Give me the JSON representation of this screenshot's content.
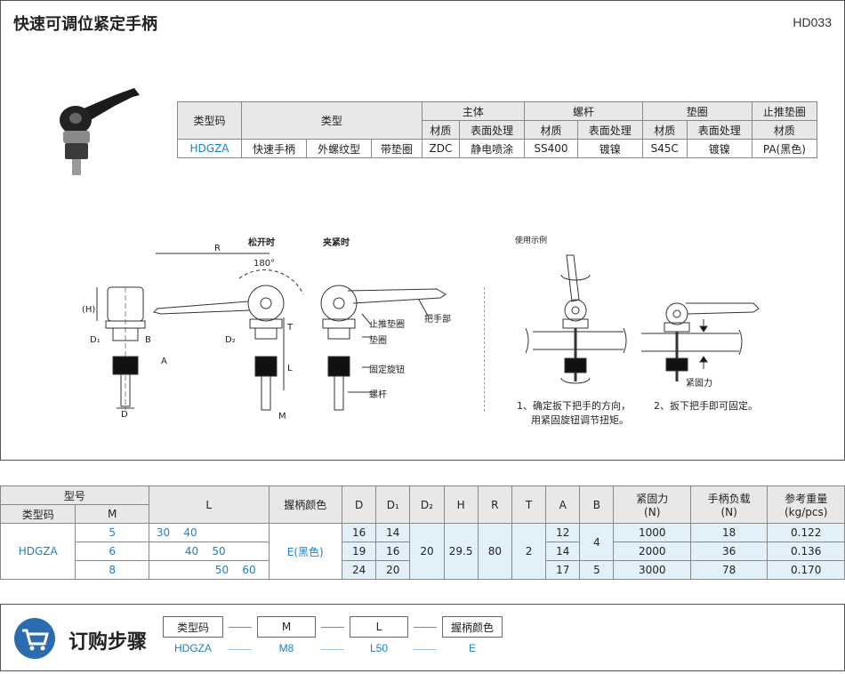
{
  "header": {
    "title": "快速可调位紧定手柄",
    "code": "HD033"
  },
  "spec_table": {
    "h_type_code": "类型码",
    "h_type": "类型",
    "h_body": "主体",
    "h_screw": "螺杆",
    "h_washer": "垫圈",
    "h_stop": "止推垫圈",
    "h_material": "材质",
    "h_surface": "表面处理",
    "row": [
      "HDGZA",
      "快速手柄",
      "外螺纹型",
      "带垫圈",
      "ZDC",
      "静电喷涂",
      "SS400",
      "镀镍",
      "S45C",
      "镀镍",
      "PA(黑色)"
    ]
  },
  "drawing": {
    "open": "松开时",
    "clamp": "夹紧时",
    "angle": "180°",
    "R": "R",
    "H": "(H)",
    "D1": "D₁",
    "D2": "D₂",
    "B": "B",
    "A": "A",
    "D": "D",
    "T": "T",
    "L": "L",
    "M": "M",
    "part_stop": "止推垫圈",
    "part_washer": "垫圈",
    "part_knob": "固定旋钮",
    "part_screw": "螺杆",
    "part_handle": "把手部",
    "usage_title": "使用示例",
    "force": "紧固力",
    "step1_line1": "1、确定扳下把手的方向，",
    "step1_line2": "用紧固旋钮调节扭矩。",
    "step2": "2、扳下把手即可固定。"
  },
  "size_table": {
    "h_model": "型号",
    "h_type_code": "类型码",
    "h_M": "M",
    "h_L": "L",
    "h_color": "握柄颜色",
    "h_D": "D",
    "h_D1": "D₁",
    "h_D2": "D₂",
    "h_H": "H",
    "h_R": "R",
    "h_T": "T",
    "h_A": "A",
    "h_B": "B",
    "h_force": "紧固力",
    "h_load": "手柄负载",
    "h_weight": "参考重量",
    "u_force": "(N)",
    "u_load": "(N)",
    "u_weight": "(kg/pcs)",
    "type_code": "HDGZA",
    "color": "E(黑色)",
    "D2": "20",
    "H": "29.5",
    "R": "80",
    "T": "2",
    "B1": "4",
    "B2": "5",
    "rows": [
      {
        "M": "5",
        "L": [
          "30",
          "40"
        ],
        "D": "16",
        "D1": "14",
        "A": "12",
        "force": "1000",
        "load": "18",
        "weight": "0.122"
      },
      {
        "M": "6",
        "L": [
          "40",
          "50"
        ],
        "D": "19",
        "D1": "16",
        "A": "14",
        "force": "2000",
        "load": "36",
        "weight": "0.136"
      },
      {
        "M": "8",
        "L": [
          "50",
          "60"
        ],
        "D": "24",
        "D1": "20",
        "A": "17",
        "force": "3000",
        "load": "78",
        "weight": "0.170"
      }
    ]
  },
  "order": {
    "title": "订购步骤",
    "boxes": [
      "类型码",
      "M",
      "L",
      "握柄颜色"
    ],
    "values": [
      "HDGZA",
      "M8",
      "L50",
      "E"
    ]
  },
  "colors": {
    "accent": "#1e7fc3",
    "icon_bg": "#2b6cb0",
    "header_bg": "#e8e8e8",
    "row_bg": "#e2f0fa"
  }
}
